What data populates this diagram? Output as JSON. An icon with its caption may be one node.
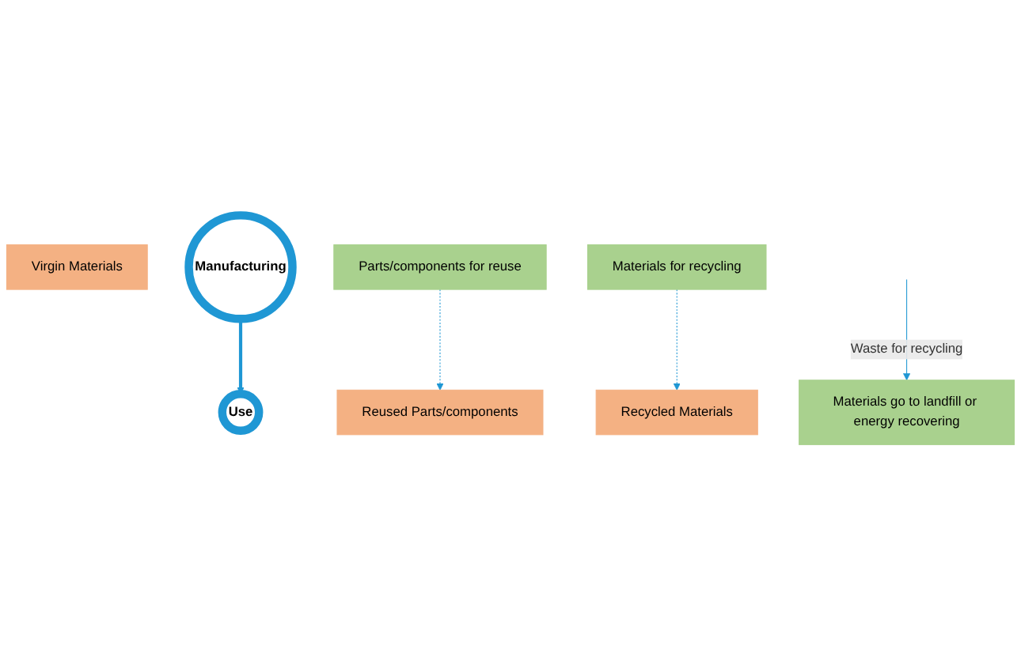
{
  "diagram": {
    "nodes": [
      {
        "text": [
          "Reused Parts/components"
        ]
      },
      {
        "text": [
          "Virgin Materials"
        ]
      },
      {
        "text": [
          "Recycled Materials"
        ]
      },
      {
        "text": [
          "Manufacturing"
        ]
      },
      {
        "text": [
          "Use"
        ]
      },
      {
        "text": [
          "Parts/components for reuse"
        ]
      },
      {
        "text": [
          "Materials for recycling"
        ]
      },
      {
        "text": [
          "Materials go to landfill or energy recovering"
        ]
      }
    ],
    "edges": [
      {
        "from": 5,
        "to": 0,
        "arrow": "to",
        "style": "dashed",
        "color": "#1f97d4"
      },
      {
        "from": 6,
        "to": 2,
        "arrow": "to",
        "style": "dashed",
        "color": "#1f97d4"
      },
      {
        "from": null,
        "to": 7,
        "arrow": "to",
        "label": "Waste for recycling",
        "color": "#1f97d4"
      },
      {
        "from": 3,
        "to": 4,
        "arrow": "to",
        "style": "thick",
        "color": "#1f97d4"
      }
    ]
  }
}
